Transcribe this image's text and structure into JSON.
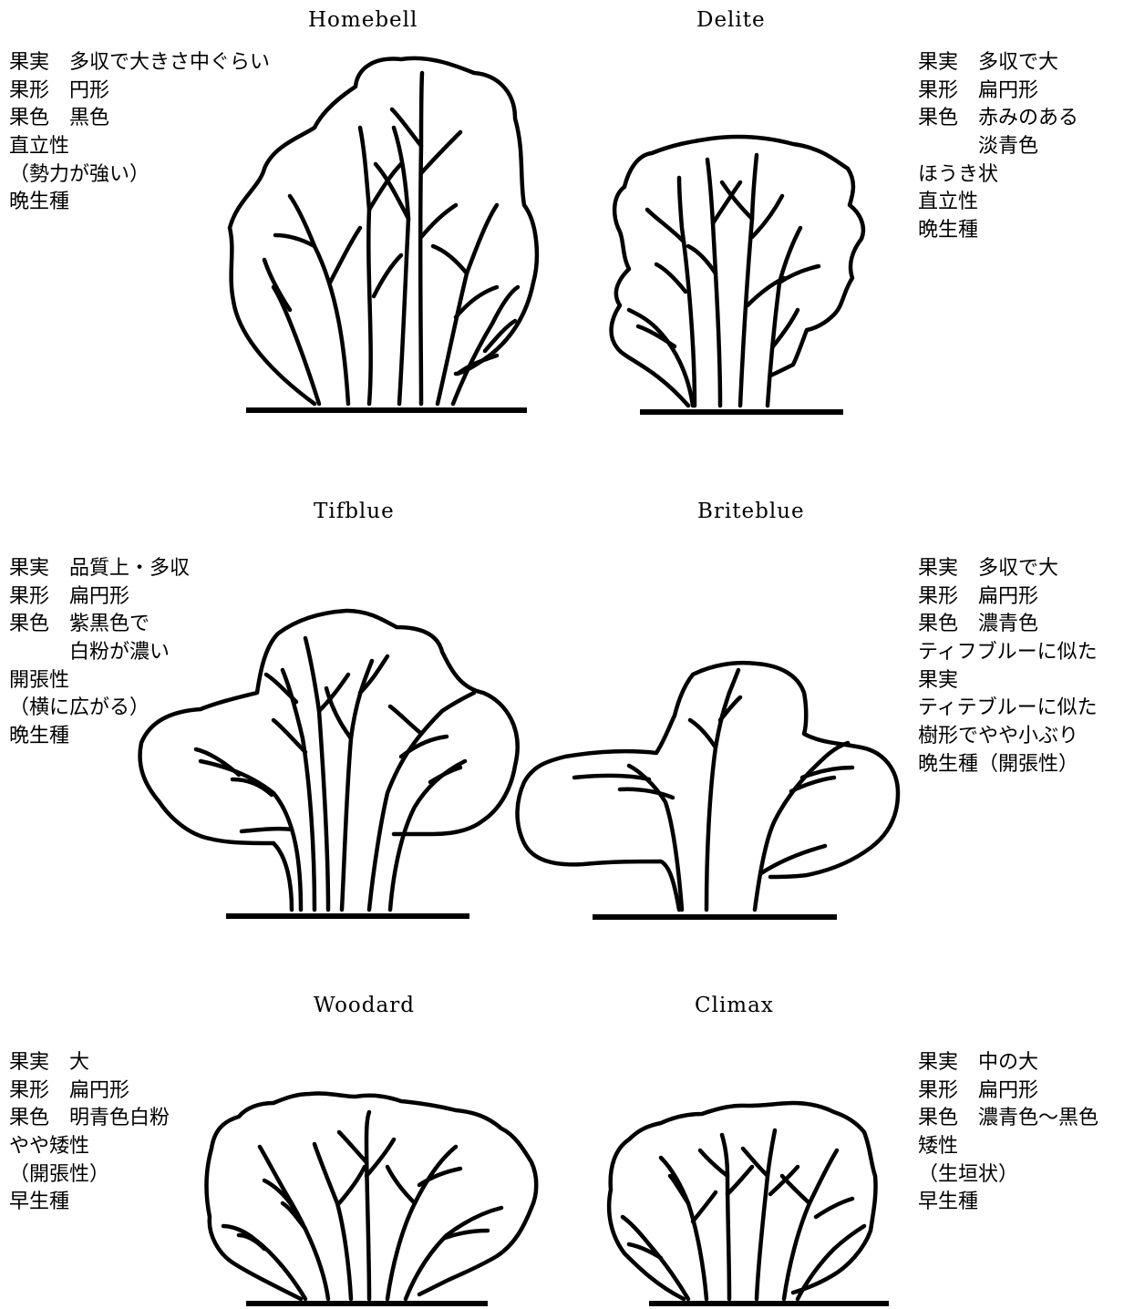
{
  "cultivars": [
    {
      "name": "Homebell",
      "lines": [
        "果実　多収で大きさ中ぐらい",
        "果形　円形",
        "果色　黒色",
        "直立性",
        "（勢力が強い）",
        "晩生種"
      ]
    },
    {
      "name": "Delite",
      "lines": [
        "果実　多収で大",
        "果形　扁円形",
        "果色　赤みのある",
        "　　　淡青色",
        "ほうき状",
        "直立性",
        "晩生種"
      ]
    },
    {
      "name": "Tifblue",
      "lines": [
        "果実　品質上・多収",
        "果形　扁円形",
        "果色　紫黒色で",
        "　　　白粉が濃い",
        "開張性",
        "（横に広がる）",
        "晩生種"
      ]
    },
    {
      "name": "Briteblue",
      "lines": [
        "果実　多収で大",
        "果形　扁円形",
        "果色　濃青色",
        "ティフブルーに似た",
        "果実",
        "ティテブルーに似た",
        "樹形でやや小ぶり",
        "晩生種（開張性）"
      ]
    },
    {
      "name": "Woodard",
      "lines": [
        "果実　大",
        "果形　扁円形",
        "果色　明青色白粉",
        "やや矮性",
        "（開張性）",
        "早生種"
      ]
    },
    {
      "name": "Climax",
      "lines": [
        "果実　中の大",
        "果形　扁円形",
        "果色　濃青色～黒色",
        "矮性",
        "（生垣状）",
        "早生種"
      ]
    }
  ]
}
